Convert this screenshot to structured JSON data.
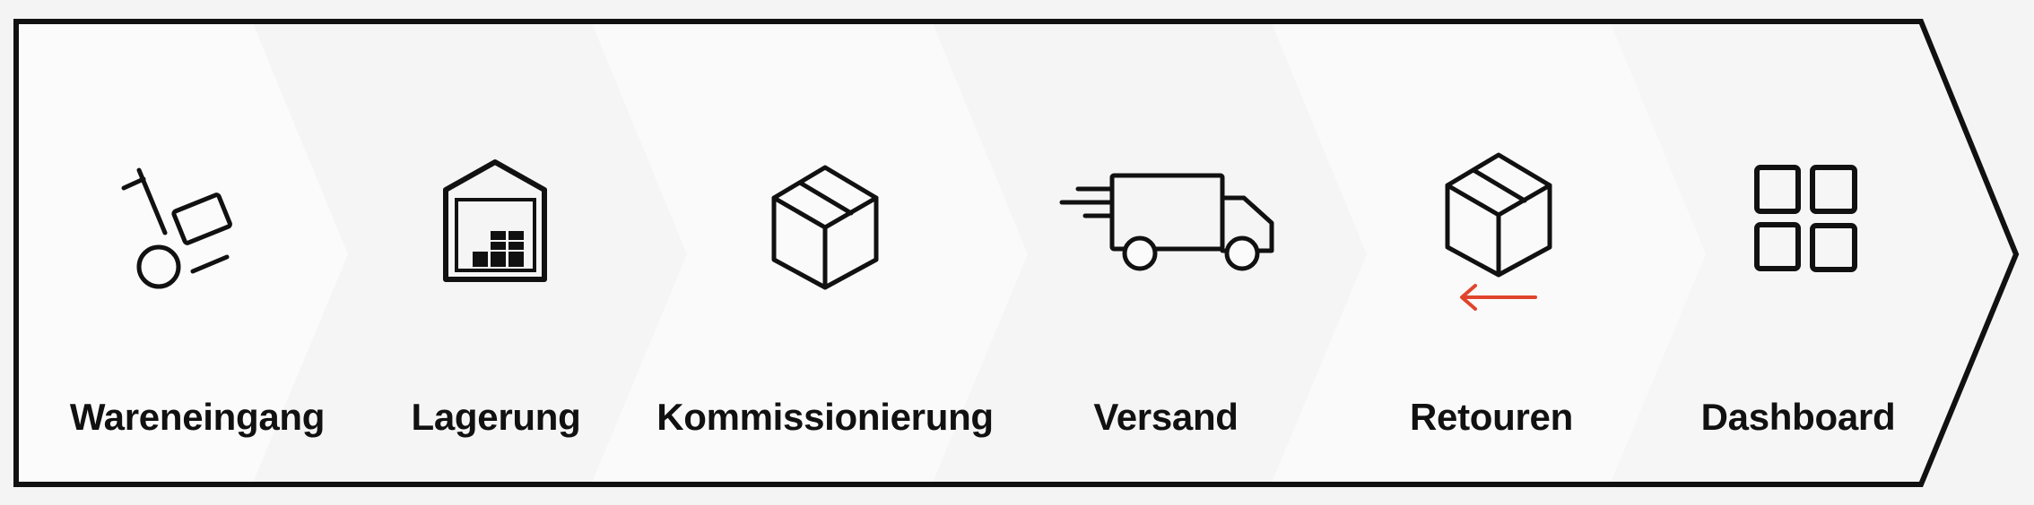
{
  "colors": {
    "background": "#f4f4f4",
    "frame_stroke": "#111111",
    "chevron_fill_light": "#fbfbfb",
    "chevron_fill_mid": "#f6f6f6",
    "icon_stroke": "#111111",
    "accent_arrow": "#e0452c"
  },
  "steps": [
    {
      "label": "Wareneingang",
      "icon": "hand-truck-icon"
    },
    {
      "label": "Lagerung",
      "icon": "warehouse-icon"
    },
    {
      "label": "Kommissionierung",
      "icon": "package-icon"
    },
    {
      "label": "Versand",
      "icon": "delivery-truck-icon"
    },
    {
      "label": "Retouren",
      "icon": "package-return-icon"
    },
    {
      "label": "Dashboard",
      "icon": "dashboard-grid-icon"
    }
  ]
}
